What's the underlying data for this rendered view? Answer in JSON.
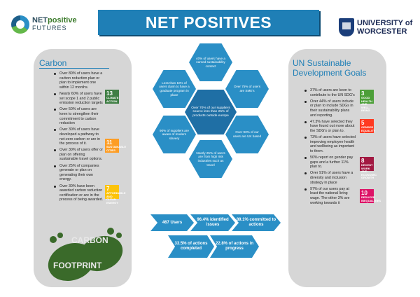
{
  "header": {
    "logo_left": {
      "line1a": "NET",
      "line1b": "positive",
      "line2": "FUTURES"
    },
    "title": "NET POSITIVES ENGAGEMENT",
    "logo_right": {
      "line1": "UNIVERSITY of",
      "line2": "WORCESTER"
    }
  },
  "carbon": {
    "title": "Carbon",
    "bullets": [
      "Over 80% of users have a carbon reduction plan or plan to implement one within 12 months.",
      "Nearly 60% of users have set scope 1 and 2 public emission reduction targets",
      "Over 50% of users are keen to strengthen their commitment to carbon reduction",
      "Over 30% of users have developed a pathway to net-zero carbon or are in the process of it.",
      "Over 30% of users offer or plan on offering sustainable travel options.",
      "Over 25% of companies generate or plan on generating their own energy.",
      "Over 30% have been awarded carbon reduction certification or are in the process of being awarded."
    ],
    "sdgs": [
      {
        "num": "13",
        "label": "CLIMATE ACTION",
        "color": "#3f7e44"
      },
      {
        "num": "11",
        "label": "SUSTAINABLE CITIES",
        "color": "#fd9d24"
      },
      {
        "num": "7",
        "label": "AFFORDABLE AND CLEAN ENERGY",
        "color": "#fcc30b"
      }
    ],
    "footprint": {
      "line1": "CARBON",
      "line2": "FOOTPRINT"
    }
  },
  "hexagons": [
    "40% of users have a named sustainability contact",
    "Over 75% of users are SME's",
    "Over 93% of our users are UK based",
    "Nearly 25% of users are from high risk industries such as travel",
    "90% of suppliers are aware of modern slavery",
    "Less than 10% of users claim to have a graduate program in place",
    "Over 70% of our suppliers source less than 25% of products outside europe"
  ],
  "stats": {
    "users": "467 Users",
    "identified": "96.4% identified issues",
    "committed": "89.1% committed to actions",
    "completed": "33.5% of actions completed",
    "progress": "22.8% of actions in progress"
  },
  "sdg_panel": {
    "title": "UN Sustainable Development Goals",
    "bullets": [
      "37% of users are keen to contribute to the UN SDG's",
      "Over 44% of users include or plan to include SDGs in their sustainability plans and reporting.",
      "47.3% have selected they have found out more about the SDG's or plan to.",
      "73% of users have selected improving employee health and wellbeing as important to them.",
      "50% report on gender pay gaps and a further 11% plan to.",
      "Over 91% of users have a diversity and inclusion strategy in place",
      "97% of our users pay at least the national living wage. The other 3% are working towards it"
    ],
    "sdgs": [
      {
        "num": "3",
        "label": "GOOD HEALTH AND WELL-BEING",
        "color": "#4c9f38"
      },
      {
        "num": "5",
        "label": "GENDER EQUALITY",
        "color": "#ff3a21"
      },
      {
        "num": "8",
        "label": "DECENT WORK AND ECONOMIC GROWTH",
        "color": "#a21942"
      },
      {
        "num": "10",
        "label": "REDUCED INEQUALITIES",
        "color": "#dd1367"
      }
    ]
  }
}
